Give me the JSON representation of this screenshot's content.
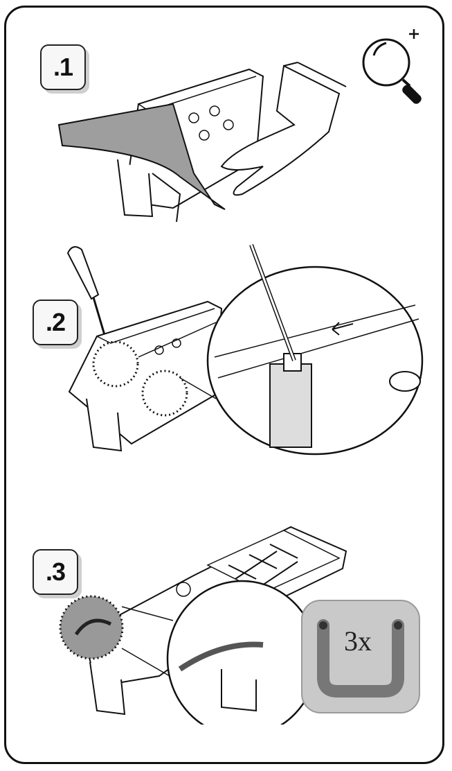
{
  "steps": [
    {
      "label": ".1"
    },
    {
      "label": ".2"
    },
    {
      "label": ".3"
    }
  ],
  "count_badge": {
    "label": "3x"
  },
  "icons": {
    "zoom": "zoom-in-magnifier-icon"
  },
  "colors": {
    "line": "#111111",
    "tape": "#9e9e9e",
    "badge": "#c9c9c9",
    "clip": "#777777"
  }
}
